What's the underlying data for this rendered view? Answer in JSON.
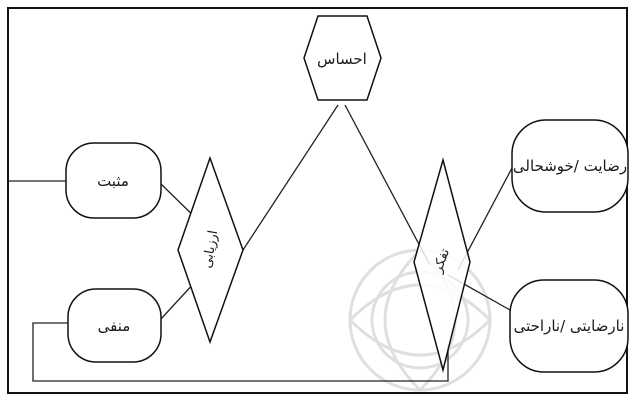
{
  "diagram": {
    "nodes": {
      "feeling": "احساس",
      "positive": "مثبت",
      "negative": "منفی",
      "evaluation": "ارزیابی",
      "thinking": "تفکر",
      "satisfaction": "رضایت /خوشحالی",
      "dissatisfaction": "نارضایتی /ناراحتی"
    }
  }
}
